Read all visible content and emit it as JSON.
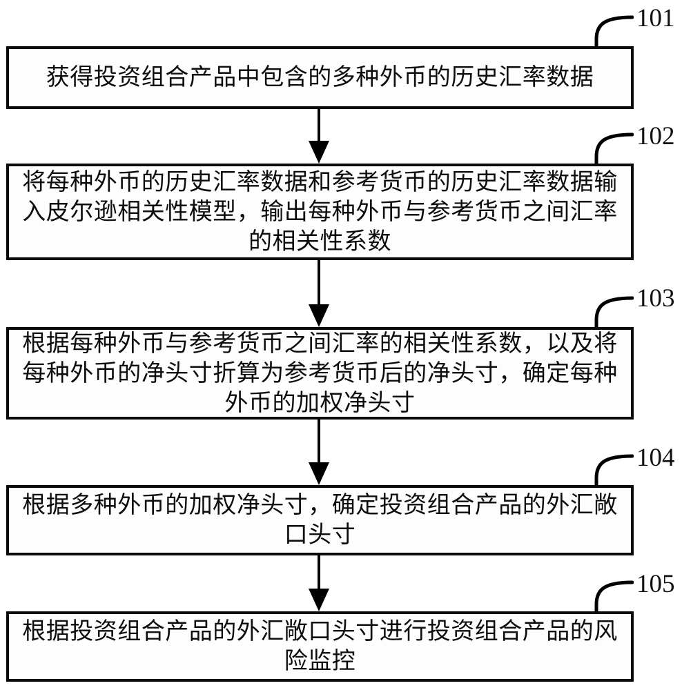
{
  "figure": {
    "type": "flowchart",
    "orientation": "vertical",
    "palette": {
      "ink": "#000000",
      "background": "#ffffff",
      "box_fill": "#fdfdfd"
    },
    "steps": [
      {
        "id": "101",
        "lines": [
          "获得投资组合产品中包含的多种外币的历史汇率数据"
        ]
      },
      {
        "id": "102",
        "lines": [
          "将每种外币的历史汇率数据和参考货币的历史汇率数据输",
          "入皮尔逊相关性模型，输出每种外币与参考货币之间汇率",
          "的相关性系数"
        ]
      },
      {
        "id": "103",
        "lines": [
          "根据每种外币与参考货币之间汇率的相关性系数，以及将",
          "每种外币的净头寸折算为参考货币后的净头寸，确定每种",
          "外币的加权净头寸"
        ]
      },
      {
        "id": "104",
        "lines": [
          "根据多种外币的加权净头寸，确定投资组合产品的外汇敞",
          "口头寸"
        ]
      },
      {
        "id": "105",
        "lines": [
          "根据投资组合产品的外汇敞口头寸进行投资组合产品的风",
          "险监控"
        ]
      }
    ]
  }
}
